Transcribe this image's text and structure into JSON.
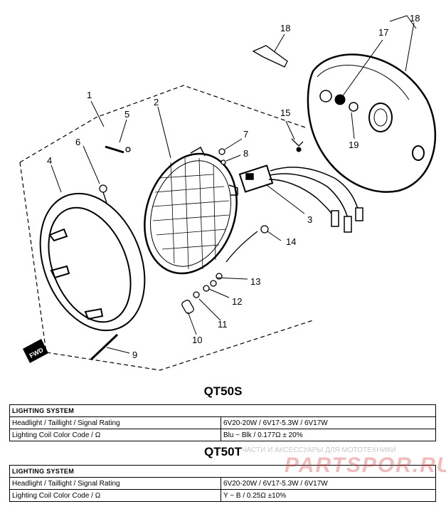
{
  "callouts": {
    "c1": "1",
    "c2": "2",
    "c3": "3",
    "c4": "4",
    "c5": "5",
    "c6": "6",
    "c7": "7",
    "c8": "8",
    "c9": "9",
    "c10": "10",
    "c11": "11",
    "c12": "12",
    "c13": "13",
    "c14": "14",
    "c15": "15",
    "c17": "17",
    "c18a": "18",
    "c18b": "18",
    "c19": "19"
  },
  "fwd_label": "FWD",
  "models": [
    {
      "title": "QT50S",
      "header": "LIGHTING SYSTEM",
      "rows": [
        {
          "label": "Headlight / Taillight / Signal Rating",
          "value": "6V20-20W / 6V17-5.3W / 6V17W"
        },
        {
          "label": "Lighting Coil Color Code / Ω",
          "value": "Blu ~ Blk / 0.177Ω ± 20%"
        }
      ]
    },
    {
      "title": "QT50T",
      "header": "LIGHTING SYSTEM",
      "rows": [
        {
          "label": "Headlight / Taillight / Signal Rating",
          "value": "6V20-20W / 6V17-5.3W / 6V17W"
        },
        {
          "label": "Lighting Coil Color Code / Ω",
          "value": "Y ~ B / 0.25Ω ±10%"
        }
      ]
    }
  ],
  "watermark": {
    "tagline": "ЧАСТИ И АКСЕССУАРЫ ДЛЯ МОТОТЕХНИКИ",
    "logo": "PARTSPOR.RU"
  }
}
